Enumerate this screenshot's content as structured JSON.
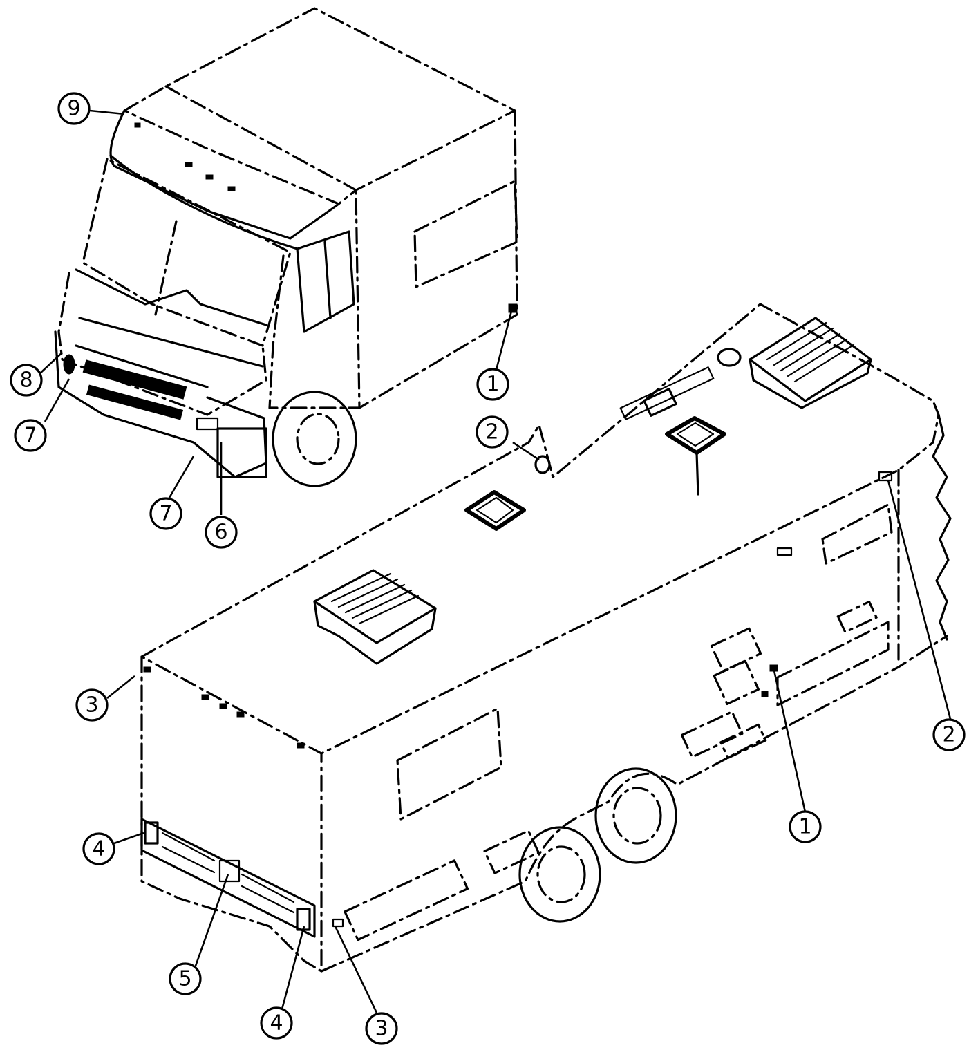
{
  "callouts": [
    {
      "id": "c9-front",
      "label": "9"
    },
    {
      "id": "c8-front",
      "label": "8"
    },
    {
      "id": "c7a-front",
      "label": "7"
    },
    {
      "id": "c7b-front",
      "label": "7"
    },
    {
      "id": "c6-front",
      "label": "6"
    },
    {
      "id": "c1-front",
      "label": "1"
    },
    {
      "id": "c2-top",
      "label": "2"
    },
    {
      "id": "c2-side",
      "label": "2"
    },
    {
      "id": "c1-side",
      "label": "1"
    },
    {
      "id": "c3-rear",
      "label": "3"
    },
    {
      "id": "c4-rear",
      "label": "4"
    },
    {
      "id": "c5-rear",
      "label": "5"
    },
    {
      "id": "c4b-rear",
      "label": "4"
    },
    {
      "id": "c3b-rear",
      "label": "3"
    }
  ],
  "views": {
    "front": "front-cab-view",
    "rear": "rear-body-view"
  }
}
